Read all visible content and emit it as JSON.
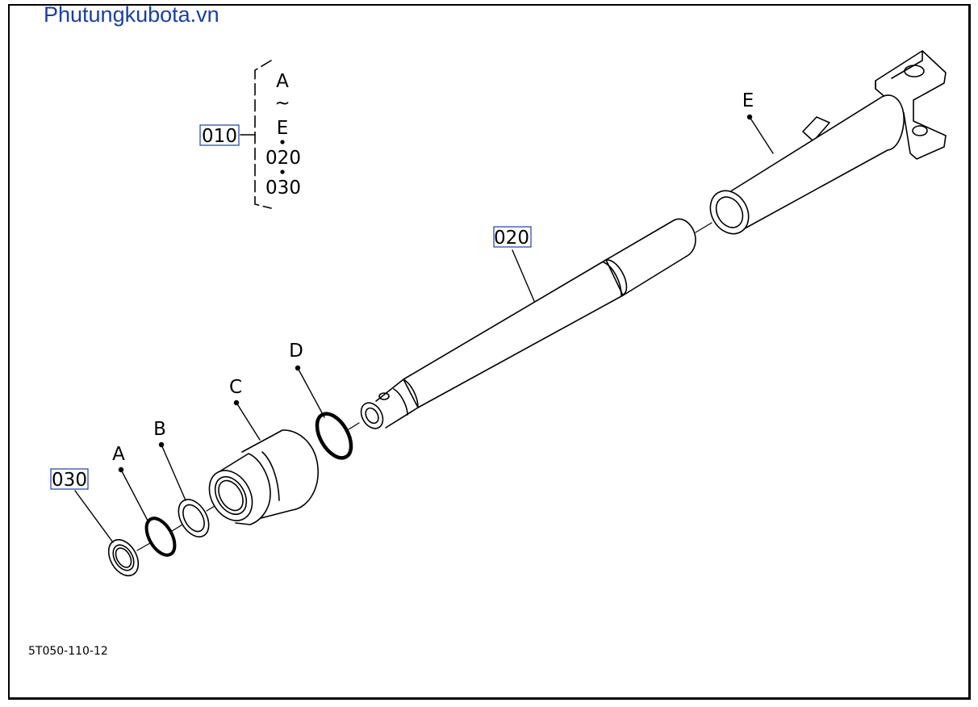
{
  "watermark": "Phutungkubota.vn",
  "drawing_code": "5T050-110-12",
  "bracket": {
    "ref": "010",
    "lines": [
      "A",
      "~",
      "E",
      "020",
      "030"
    ]
  },
  "callouts": {
    "p020": "020",
    "p030": "030",
    "A": "A",
    "B": "B",
    "C": "C",
    "D": "D",
    "E": "E"
  },
  "colors": {
    "watermark": "#1a3fa3",
    "ref_box": "#1a3fa3",
    "ink": "#000000"
  }
}
